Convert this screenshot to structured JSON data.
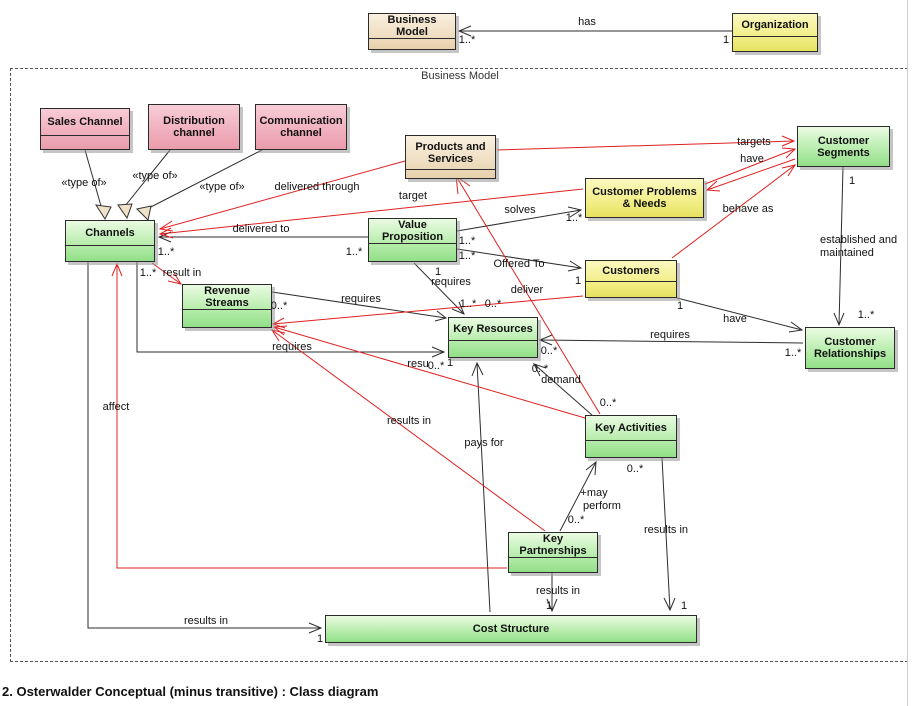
{
  "caption": "2. Osterwalder Conceptual (minus transitive) : Class diagram",
  "frame": {
    "label": "Business Model"
  },
  "nodes": {
    "business_model": {
      "label": "Business Model"
    },
    "organization": {
      "label": "Organization"
    },
    "sales_channel": {
      "label": "Sales Channel"
    },
    "distribution_channel": {
      "label": "Distribution channel"
    },
    "communication_channel": {
      "label": "Communication channel"
    },
    "channels": {
      "label": "Channels"
    },
    "products_services": {
      "label": "Products and Services"
    },
    "customer_problems": {
      "label": "Customer Problems & Needs"
    },
    "customer_segments": {
      "label": "Customer Segments"
    },
    "value_proposition": {
      "label": "Value Proposition"
    },
    "customers": {
      "label": "Customers"
    },
    "customer_relationships": {
      "label": "Customer Relationships"
    },
    "revenue_streams": {
      "label": "Revenue Streams"
    },
    "key_resources": {
      "label": "Key Resources"
    },
    "key_activities": {
      "label": "Key Activities"
    },
    "key_partnerships": {
      "label": "Key Partnerships"
    },
    "cost_structure": {
      "label": "Cost Structure"
    }
  },
  "labels": {
    "has": "has",
    "type_of": "«type of»",
    "delivered_through": "delivered through",
    "target": "target",
    "targets": "targets",
    "have": "have",
    "behave_as": "behave as",
    "solves": "solves",
    "delivered_to": "delivered to",
    "offered_to": "Offered To",
    "deliver": "deliver",
    "requires": "requires",
    "result_in": "result in",
    "results_in": "results in",
    "resu": "resu",
    "demand": "demand",
    "may_perform_1": "+may",
    "may_perform_2": "perform",
    "affect": "affect",
    "pays_for": "pays for",
    "established_1": "established and",
    "established_2": "maintained",
    "mult_1": "1",
    "mult_1_star": "1..*",
    "mult_0_star": "0..*"
  }
}
